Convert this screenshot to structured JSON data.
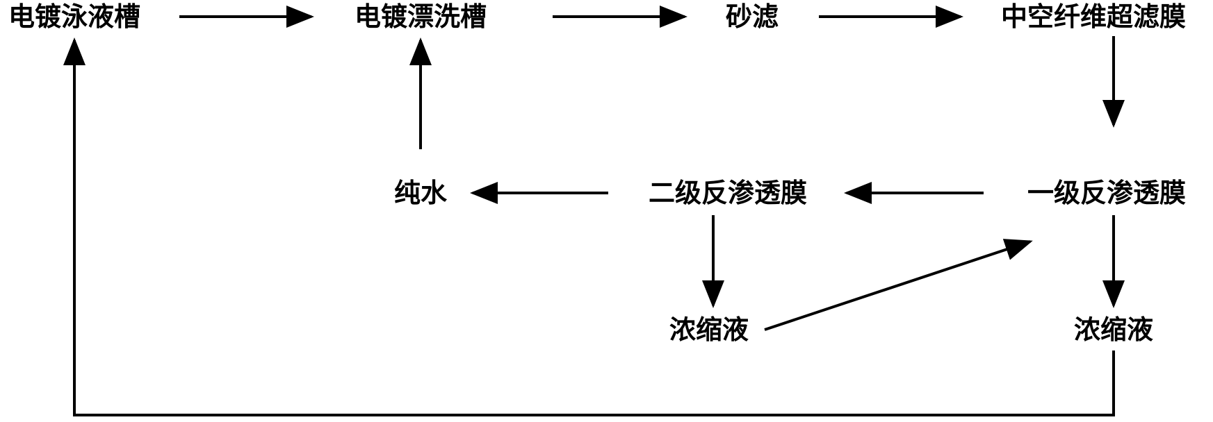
{
  "diagram": {
    "nodes": {
      "plating_bath": "电镀泳液槽",
      "rinse_tank": "电镀漂洗槽",
      "sand_filter": "砂滤",
      "uf_membrane": "中空纤维超滤膜",
      "ro_stage1": "一级反渗透膜",
      "ro_stage2": "二级反渗透膜",
      "pure_water": "纯水",
      "concentrate_stage2": "浓缩液",
      "concentrate_stage1": "浓缩液"
    },
    "edges": [
      {
        "from": "plating_bath",
        "to": "rinse_tank"
      },
      {
        "from": "rinse_tank",
        "to": "sand_filter"
      },
      {
        "from": "sand_filter",
        "to": "uf_membrane"
      },
      {
        "from": "uf_membrane",
        "to": "ro_stage1"
      },
      {
        "from": "ro_stage1",
        "to": "ro_stage2"
      },
      {
        "from": "ro_stage2",
        "to": "pure_water"
      },
      {
        "from": "pure_water",
        "to": "rinse_tank"
      },
      {
        "from": "ro_stage2",
        "to": "concentrate_stage2"
      },
      {
        "from": "concentrate_stage2",
        "to": "ro_stage1"
      },
      {
        "from": "ro_stage1",
        "to": "concentrate_stage1"
      },
      {
        "from": "concentrate_stage1",
        "to": "plating_bath"
      }
    ],
    "colors": {
      "line": "#000000",
      "text": "#000000",
      "background": "#ffffff"
    }
  }
}
